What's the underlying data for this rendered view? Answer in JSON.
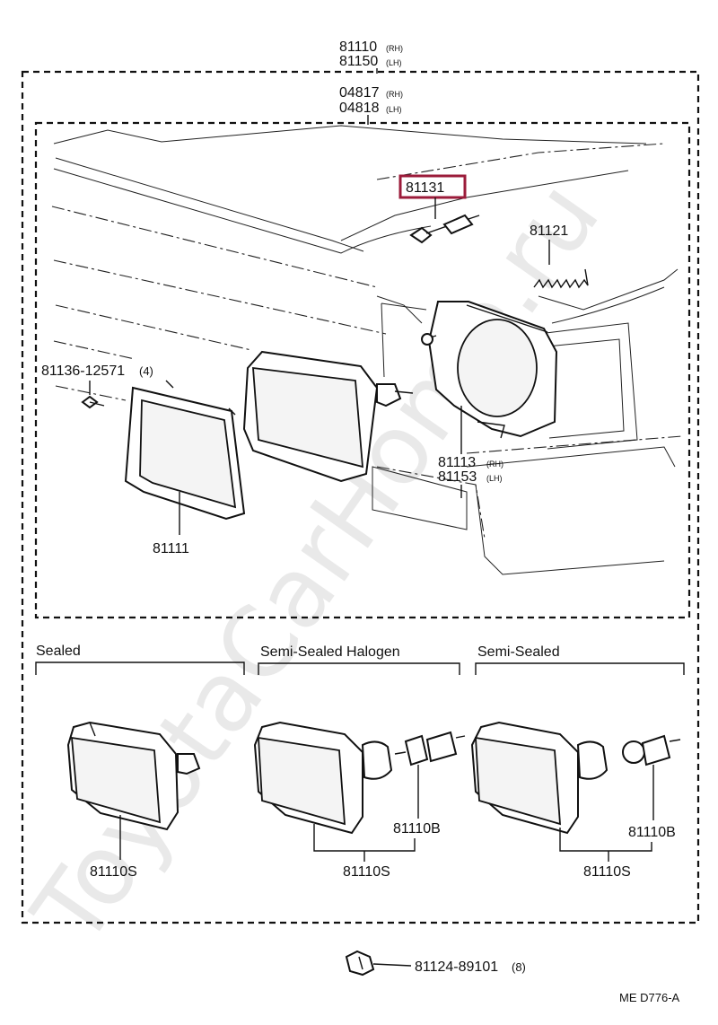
{
  "watermark": "ToyotaCarHome.ru",
  "assembly": {
    "top_number_rh": "81110",
    "top_suffix_rh": "(RH)",
    "top_number_lh": "81150",
    "top_suffix_lh": "(LH)",
    "sub_number_rh": "04817",
    "sub_suffix_rh": "(RH)",
    "sub_number_lh": "04818",
    "sub_suffix_lh": "(LH)"
  },
  "parts": {
    "highlighted": "81131",
    "spring": "81121",
    "screw_number": "81136-12571",
    "screw_qty": "(4)",
    "bracket_rh": "81113",
    "bracket_rh_suffix": "(RH)",
    "bracket_lh": "81153",
    "bracket_lh_suffix": "(LH)",
    "retaining_ring": "81111"
  },
  "variants": {
    "sealed": {
      "title": "Sealed",
      "unit": "81110S"
    },
    "semi_sealed_halogen": {
      "title": "Semi-Sealed Halogen",
      "unit": "81110S",
      "bulb": "81110B"
    },
    "semi_sealed": {
      "title": "Semi-Sealed",
      "unit": "81110S",
      "bulb": "81110B"
    }
  },
  "clip": {
    "number": "81124-89101",
    "qty": "(8)"
  },
  "diagram_ref": "ME D776-A",
  "colors": {
    "highlight": "#9b1b3a",
    "ink": "#111111"
  }
}
